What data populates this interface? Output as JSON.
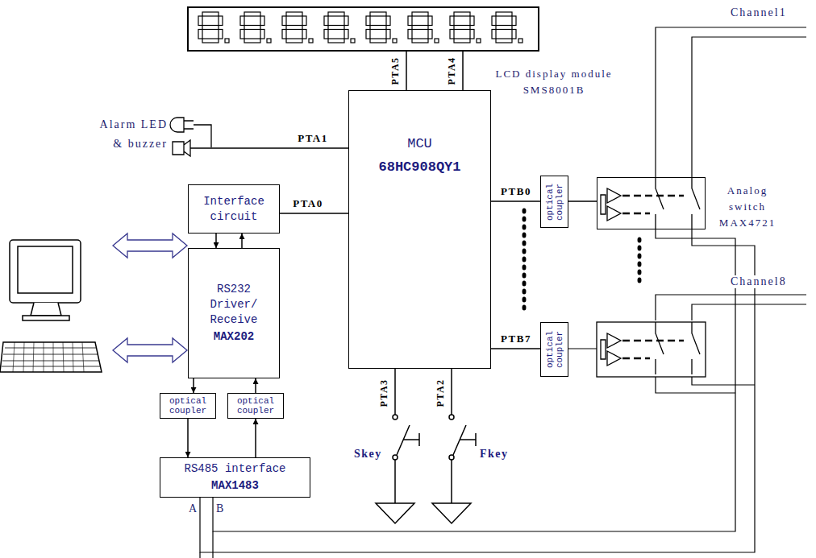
{
  "diagram": {
    "nodes": [
      {
        "text": [
          "LCD display module SMS8001B"
        ]
      },
      {
        "text": [
          "MCU",
          "68HC908QY1"
        ]
      },
      {
        "text": [
          "Interface circuit"
        ]
      },
      {
        "text": [
          "RS232 Driver/ Receive",
          "MAX202"
        ]
      },
      {
        "text": [
          "optical coupler"
        ]
      },
      {
        "text": [
          "optical coupler"
        ]
      },
      {
        "text": [
          "RS485 interface",
          "MAX1483"
        ]
      },
      {
        "text": [
          "optical coupler"
        ]
      },
      {
        "text": [
          "optical coupler"
        ]
      },
      {
        "text": [
          "Analog switch MAX4721"
        ]
      }
    ],
    "edges": [
      {
        "from": 2,
        "to": 1,
        "arrow": "none",
        "label": "PTA0"
      },
      {
        "from": 1,
        "to": 0,
        "arrow": "none",
        "label": "PTA5"
      },
      {
        "from": 1,
        "to": 0,
        "arrow": "none",
        "label": "PTA4"
      },
      {
        "from": 2,
        "to": 3,
        "arrow": "to"
      },
      {
        "from": 3,
        "to": 2,
        "arrow": "to"
      },
      {
        "from": 3,
        "to": 4,
        "arrow": "to"
      },
      {
        "from": 4,
        "to": 6,
        "arrow": "to"
      },
      {
        "from": 6,
        "to": 5,
        "arrow": "to"
      },
      {
        "from": 5,
        "to": 3,
        "arrow": "to"
      },
      {
        "from": 1,
        "to": 7,
        "arrow": "none",
        "label": "PTB0"
      },
      {
        "from": 1,
        "to": 8,
        "arrow": "none",
        "label": "PTB7"
      },
      {
        "from": 7,
        "to": 9,
        "arrow": "none"
      }
    ],
    "labels": [
      "Alarm LED & buzzer",
      "PTA1",
      "PTA3",
      "PTA2",
      "Skey",
      "Fkey",
      "Channel1",
      "Channel8",
      "A",
      "B"
    ]
  }
}
